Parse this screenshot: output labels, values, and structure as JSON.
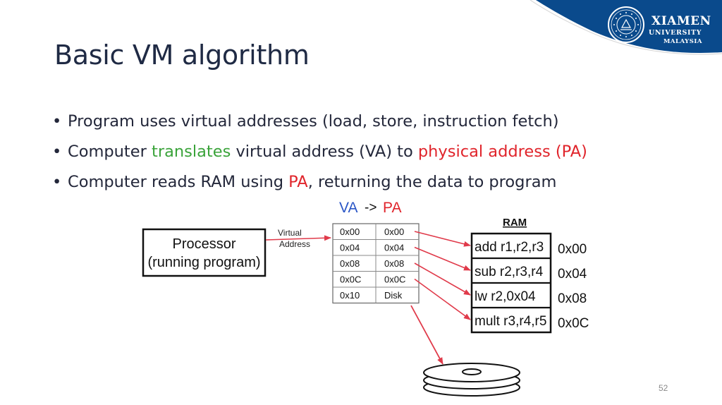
{
  "slide": {
    "title": "Basic VM algorithm",
    "page_number": "52"
  },
  "logo": {
    "line1": "XIAMEN",
    "line2": "UNIVERSITY",
    "line3": "MALAYSIA",
    "band_color": "#0a4a8c"
  },
  "bullets": [
    {
      "parts": [
        {
          "text": "Program uses virtual addresses (load, store, instruction fetch)",
          "color": "default"
        }
      ]
    },
    {
      "parts": [
        {
          "text": "Computer ",
          "color": "default"
        },
        {
          "text": "translates",
          "color": "green"
        },
        {
          "text": " virtual address (VA) to ",
          "color": "default"
        },
        {
          "text": "physical address (PA)",
          "color": "red"
        }
      ]
    },
    {
      "parts": [
        {
          "text": "Computer reads RAM using ",
          "color": "default"
        },
        {
          "text": "PA",
          "color": "red"
        },
        {
          "text": ", returning the data to program",
          "color": "default"
        }
      ]
    }
  ],
  "diagram": {
    "processor": {
      "line1": "Processor",
      "line2": "(running program)"
    },
    "virtual_address_label": {
      "line1": "Virtual",
      "line2": "Address"
    },
    "va_label": "VA",
    "arrow_label": "->",
    "pa_label": "PA",
    "table": {
      "rows": [
        {
          "va": "0x00",
          "pa": "0x00"
        },
        {
          "va": "0x04",
          "pa": "0x04"
        },
        {
          "va": "0x08",
          "pa": "0x08"
        },
        {
          "va": "0x0C",
          "pa": "0x0C"
        },
        {
          "va": "0x10",
          "pa": "Disk"
        }
      ]
    },
    "ram": {
      "label": "RAM",
      "cells": [
        {
          "instr": "add  r1,r2,r3",
          "addr": "0x00"
        },
        {
          "instr": "sub r2,r3,r4",
          "addr": "0x04"
        },
        {
          "instr": "lw  r2,0x04",
          "addr": "0x08"
        },
        {
          "instr": "mult r3,r4,r5",
          "addr": "0x0C"
        }
      ]
    },
    "colors": {
      "va": "#2a56c6",
      "pa": "#e0242b",
      "arrow": "#e03a4a"
    }
  }
}
